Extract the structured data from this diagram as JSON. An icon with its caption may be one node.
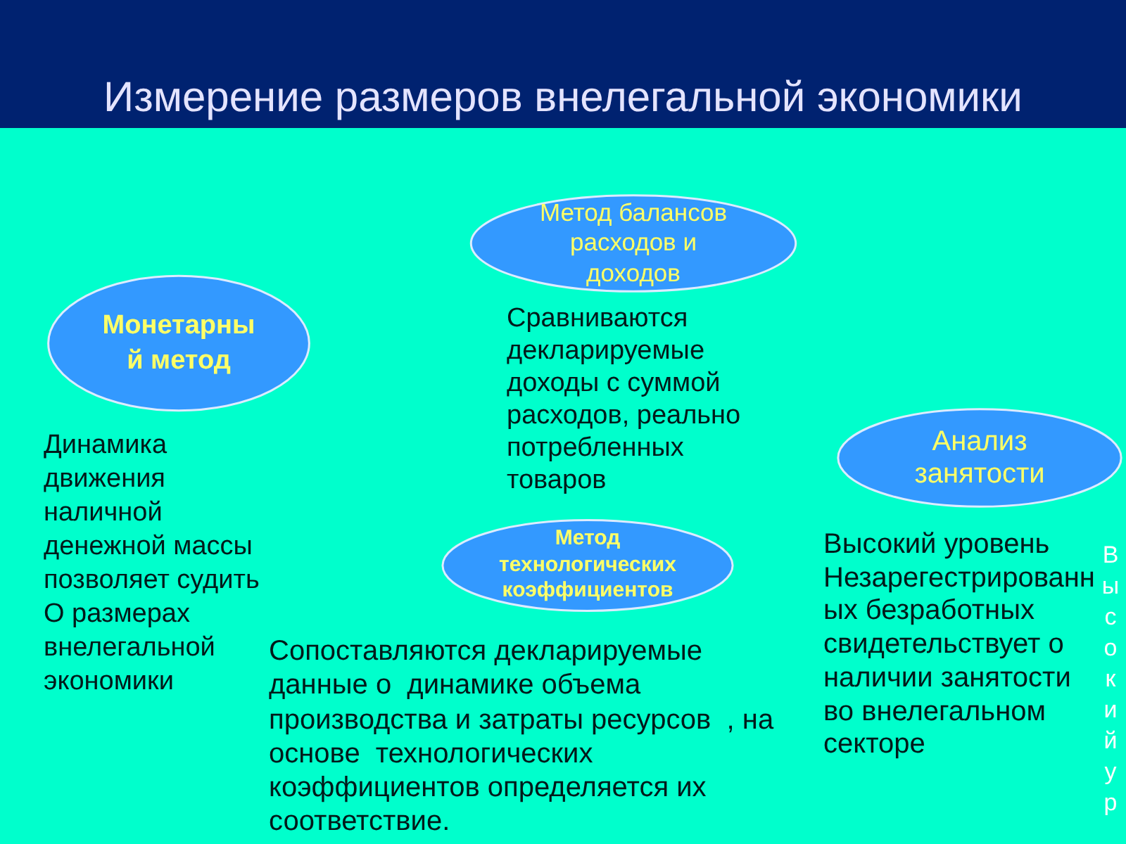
{
  "diagram": {
    "title": "Измерение размеров внелегальной экономики",
    "nodes": [
      {
        "text": [
          "Метод балансов расходов и доходов"
        ],
        "beside": [
          "Сравниваются декларируемые доходы с суммой расходов, реально потребленных товаров"
        ]
      },
      {
        "text": [
          "Монетарны й метод"
        ],
        "beside": [
          "Динамика движения наличной денежной массы позволяет судить О размерах внелегальной экономики"
        ]
      },
      {
        "text": [
          "Анализ занятости"
        ],
        "beside": [
          "Высокий уровень Незарегестрированн ых безработных свидетельствует о наличии занятости во внелегальном секторе"
        ]
      },
      {
        "text": [
          "Метод технологических коэффициентов"
        ],
        "beside": [
          "Сопоставляются декларируемые данные о  динамике объема производства и затраты ресурсов  , на основе  технологических коэффициентов определяется их соответствие."
        ]
      }
    ],
    "labels": [
      "Высокий ур"
    ]
  }
}
